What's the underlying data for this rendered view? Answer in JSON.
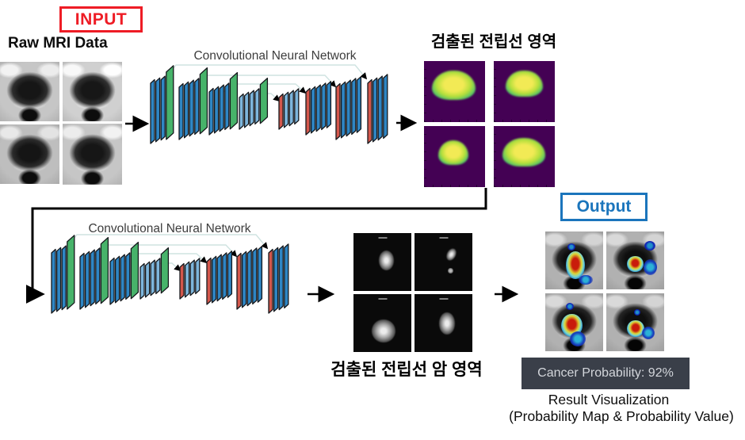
{
  "labels": {
    "input": "INPUT",
    "raw_mri": "Raw MRI Data",
    "cnn1_title": "Convolutional Neural Network",
    "cnn2_title": "Convolutional Neural Network",
    "prostate_region": "검출된 전립선 영역",
    "cancer_region": "검출된 전립선 암 영역",
    "output": "Output",
    "probability_badge": "Cancer Probability: 92%",
    "caption_line1": "Result Visualization",
    "caption_line2": "(Probability Map & Probability Value)"
  },
  "values": {
    "cancer_probability_percent": 92
  },
  "colors": {
    "input_box_border": "#ee1c25",
    "output_box_border": "#1b75bc",
    "badge_bg": "#3a3f49",
    "badge_text": "#d3d6db",
    "cnn_blue": "#2f86c4",
    "cnn_light_blue": "#7eb6dc",
    "cnn_green": "#47b36a",
    "cnn_red": "#d4574c",
    "slab_outline": "#15181c",
    "skip_line": "#cfe3e1",
    "arrow": "#000000",
    "heatmap_bg": "#440154",
    "heatmap_blob": "#f2ea55",
    "cancer_bg": "#0a0a0a"
  },
  "icons": {
    "flow_arrows": "right-arrow-icon",
    "skip_connections": "skip-connection-arrow-icon"
  }
}
